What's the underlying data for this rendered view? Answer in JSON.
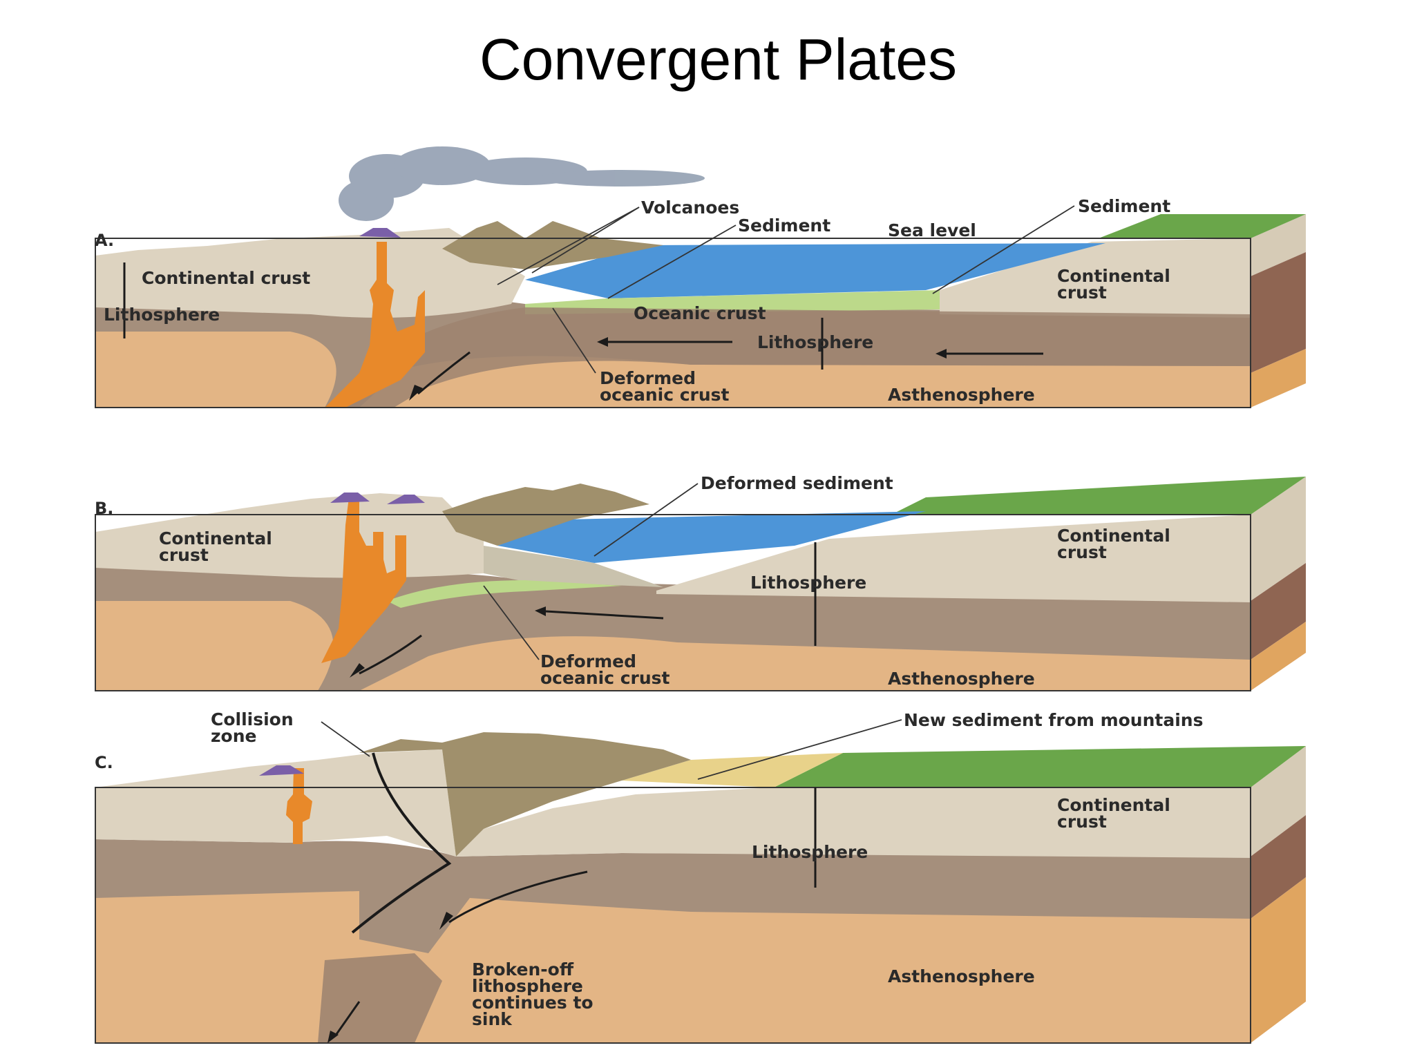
{
  "title": "Convergent Plates",
  "panels": [
    {
      "letter": "A.",
      "labels": {
        "volcanoes": "Volcanoes",
        "sediment_1": "Sediment",
        "sea_level": "Sea level",
        "sediment_2": "Sediment",
        "continental_crust_left": "Continental crust",
        "continental_crust_right": [
          "Continental",
          "crust"
        ],
        "lithosphere_left": "Lithosphere",
        "oceanic_crust": "Oceanic crust",
        "lithosphere_center": "Lithosphere",
        "deformed_oceanic_crust": [
          "Deformed",
          "oceanic crust"
        ],
        "asthenosphere": "Asthenosphere"
      }
    },
    {
      "letter": "B.",
      "labels": {
        "deformed_sediment": "Deformed sediment",
        "continental_crust_left": [
          "Continental",
          "crust"
        ],
        "continental_crust_right": [
          "Continental",
          "crust"
        ],
        "lithosphere": "Lithosphere",
        "deformed_oceanic_crust": [
          "Deformed",
          "oceanic crust"
        ],
        "asthenosphere": "Asthenosphere"
      }
    },
    {
      "letter": "C.",
      "labels": {
        "collision_zone": [
          "Collision",
          "zone"
        ],
        "new_sediment": "New sediment from mountains",
        "continental_crust_right": [
          "Continental",
          "crust"
        ],
        "lithosphere": "Lithosphere",
        "broken_off": [
          "Broken-off",
          "lithosphere",
          "continues to",
          "sink"
        ],
        "asthenosphere": "Asthenosphere"
      }
    }
  ],
  "colors": {
    "crust": "#ddd3c0",
    "lithosphere": "#a58f7c",
    "asthenosphere": "#e3b585",
    "ocean": "#4d95d8",
    "oceanic_crust": "#bcd98a",
    "magma": "#e8892a",
    "volcano": "#7a5fa8",
    "land": "#6aa64a",
    "mountain": "#a0906c",
    "smoke": "#8c9aad"
  }
}
